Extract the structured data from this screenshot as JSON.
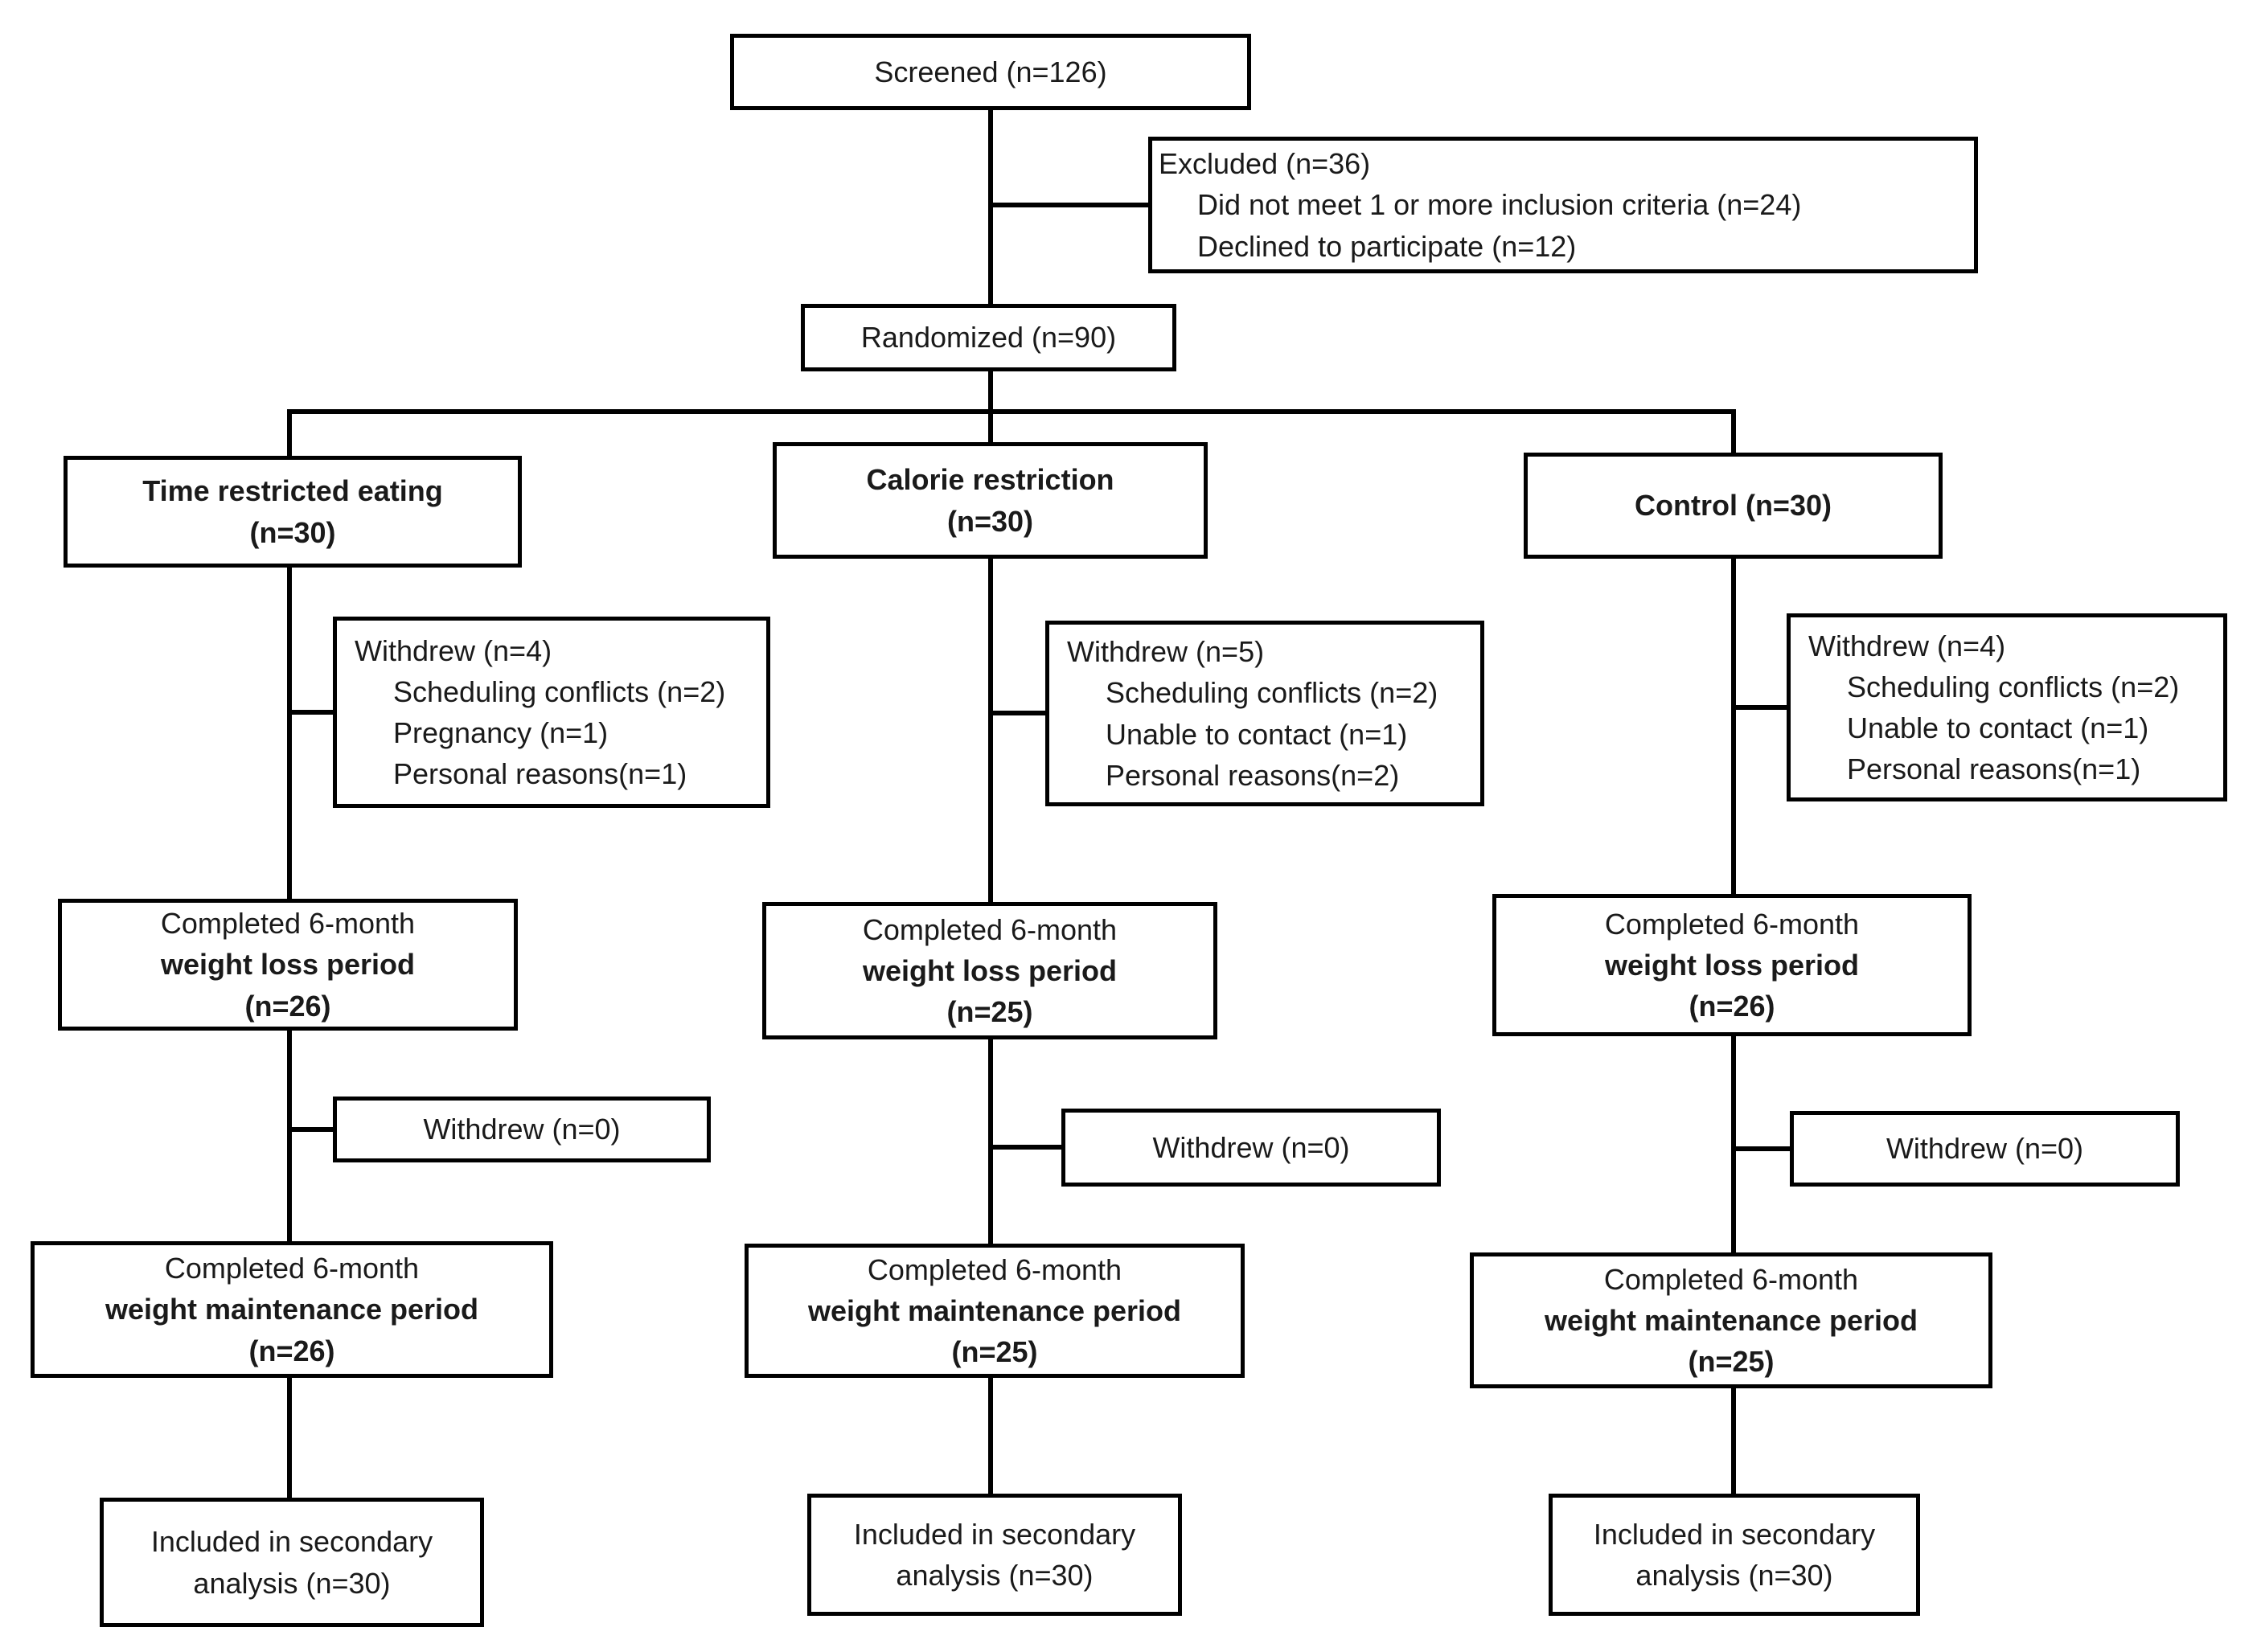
{
  "flow": {
    "screened": "Screened (n=126)",
    "excluded": {
      "title": "Excluded (n=36)",
      "reasons": [
        "Did not meet 1 or more inclusion criteria (n=24)",
        "Declined to participate (n=12)"
      ]
    },
    "randomized": "Randomized (n=90)",
    "arms": [
      {
        "header": [
          "Time restricted eating",
          "(n=30)"
        ],
        "withdrew": {
          "title": "Withdrew (n=4)",
          "reasons": [
            "Scheduling conflicts (n=2)",
            "Pregnancy (n=1)",
            "Personal reasons(n=1)"
          ]
        },
        "completed_weight_loss": [
          "Completed 6-month",
          "weight loss period",
          "(n=26)"
        ],
        "withdrew_maintenance": "Withdrew (n=0)",
        "completed_weight_maintenance": [
          "Completed 6-month",
          "weight maintenance period",
          "(n=26)"
        ],
        "secondary_analysis": [
          "Included in secondary",
          "analysis (n=30)"
        ]
      },
      {
        "header": [
          "Calorie restriction",
          "(n=30)"
        ],
        "withdrew": {
          "title": "Withdrew (n=5)",
          "reasons": [
            "Scheduling conflicts (n=2)",
            "Unable to contact (n=1)",
            "Personal reasons(n=2)"
          ]
        },
        "completed_weight_loss": [
          "Completed 6-month",
          "weight loss period",
          "(n=25)"
        ],
        "withdrew_maintenance": "Withdrew (n=0)",
        "completed_weight_maintenance": [
          "Completed 6-month",
          "weight maintenance period",
          "(n=25)"
        ],
        "secondary_analysis": [
          "Included in secondary",
          "analysis (n=30)"
        ]
      },
      {
        "header": [
          "Control (n=30)"
        ],
        "withdrew": {
          "title": "Withdrew (n=4)",
          "reasons": [
            "Scheduling conflicts (n=2)",
            "Unable to contact (n=1)",
            "Personal reasons(n=1)"
          ]
        },
        "completed_weight_loss": [
          "Completed 6-month",
          "weight loss period",
          "(n=26)"
        ],
        "withdrew_maintenance": "Withdrew (n=0)",
        "completed_weight_maintenance": [
          "Completed 6-month",
          "weight maintenance period",
          "(n=25)"
        ],
        "secondary_analysis": [
          "Included in secondary",
          "analysis (n=30)"
        ]
      }
    ],
    "colors": {
      "border": "#000000",
      "text": "#1a1a1a",
      "background": "#ffffff"
    }
  }
}
